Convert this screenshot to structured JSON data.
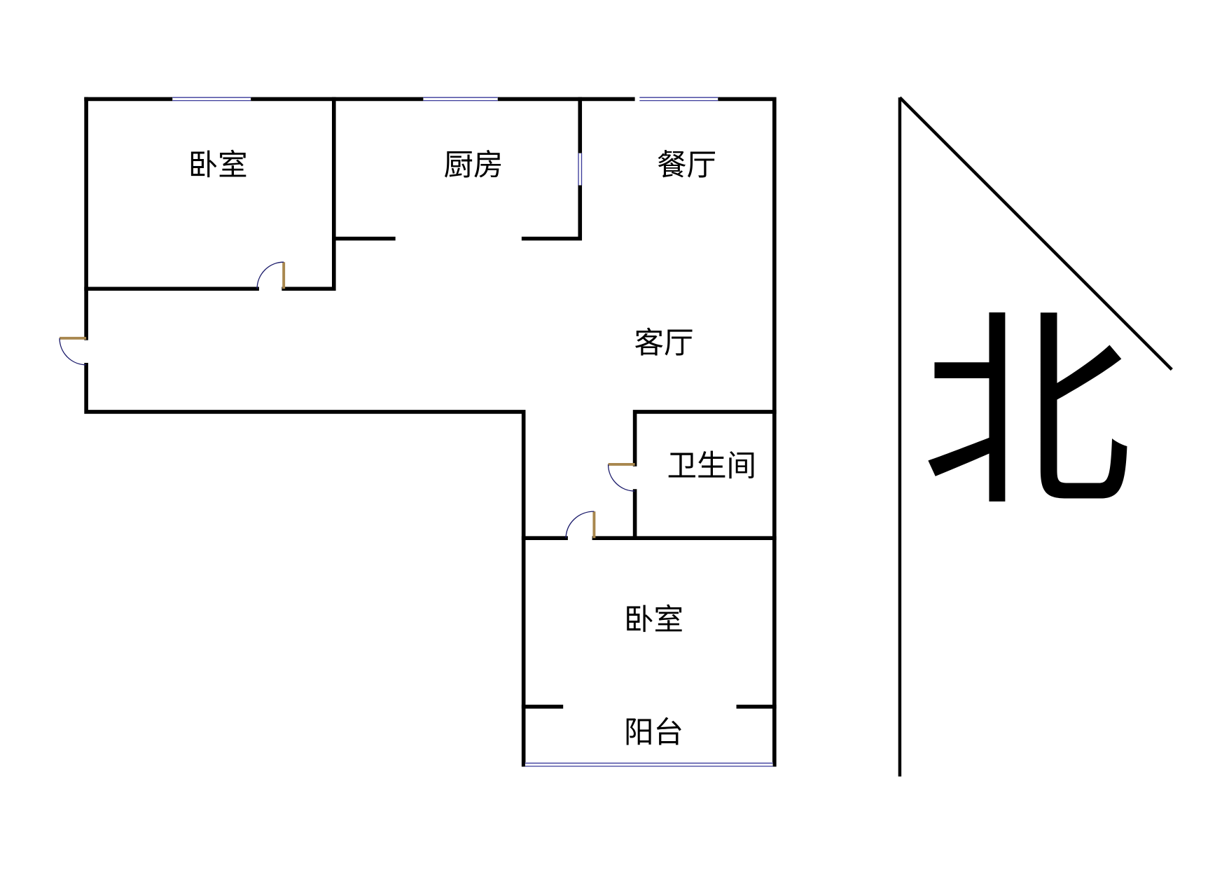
{
  "floor_plan": {
    "rooms": {
      "bedroom_1": "卧室",
      "kitchen": "厨房",
      "dining": "餐厅",
      "living": "客厅",
      "bathroom": "卫生间",
      "bedroom_2": "卧室",
      "balcony": "阳台"
    },
    "compass": {
      "label": "北"
    },
    "colors": {
      "wall": "#000000",
      "window": "#3a3a9a",
      "door_leaf": "#a8874e",
      "door_swing": "#1a1a6a"
    }
  }
}
